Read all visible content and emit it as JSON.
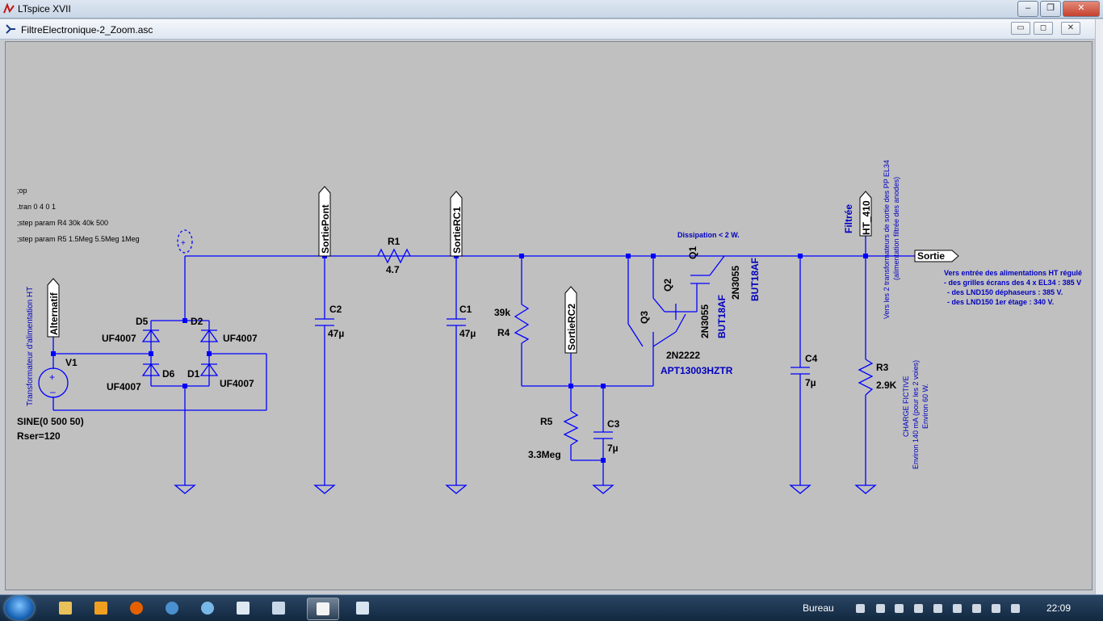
{
  "app": {
    "title": "LTspice XVII",
    "min": "–",
    "max": "❐",
    "close": "✕"
  },
  "document": {
    "title": "FiltreElectronique-2_Zoom.asc",
    "min": "▭",
    "max": "◻",
    "close": "✕"
  },
  "directives": [
    ";op",
    ".tran 0 4 0 1",
    ";step param R4 30k 40k 500",
    ";step param R5 1.5Meg 5.5Meg 1Meg"
  ],
  "nets": {
    "alternatif": "Alternatif",
    "sortie_pont": "SortiePont",
    "sortie_rc1": "SortieRC1",
    "sortie_rc2": "SortieRC2",
    "ht_410": "HT_410",
    "sortie": "Sortie"
  },
  "components": {
    "v1": {
      "name": "V1",
      "value": "SINE(0 500 50)",
      "rser": "Rser=120"
    },
    "d1": {
      "name": "D1",
      "model": "UF4007"
    },
    "d2": {
      "name": "D2",
      "model": "UF4007"
    },
    "d5": {
      "name": "D5",
      "model": "UF4007"
    },
    "d6": {
      "name": "D6",
      "model": "UF4007"
    },
    "r1": {
      "name": "R1",
      "value": "4.7"
    },
    "c1": {
      "name": "C1",
      "value": "47µ"
    },
    "c2": {
      "name": "C2",
      "value": "47µ"
    },
    "c3": {
      "name": "C3",
      "value": "7µ"
    },
    "c4": {
      "name": "C4",
      "value": "7µ"
    },
    "r3": {
      "name": "R3",
      "value": "2.9K"
    },
    "r4": {
      "name": "R4",
      "value": "39k"
    },
    "r5": {
      "name": "R5",
      "value": "3.3Meg"
    },
    "q1": {
      "name": "Q1",
      "model_a": "2N3055",
      "model_b": "BUT18AF"
    },
    "q2": {
      "name": "Q2",
      "model_a": "2N3055",
      "model_b": "BUT18AF"
    },
    "q3": {
      "name": "Q3",
      "model_a": "2N2222",
      "model_b": "APT13003HZTR"
    }
  },
  "comments": {
    "transfo": "Transformateur d'alimentation HT",
    "dissipation": "Dissipation  <  2 W.",
    "filtree": "Filtrée",
    "vers_sortie_1": "Vers les 2  transformateurs de sortie des PP EL34",
    "vers_sortie_2": "(alimentation filtrée des anodes)",
    "vers_entree_1": "Vers entrée des alimentations HT régulé",
    "vers_entree_2": "- des grilles écrans des 4 x EL34 :  385 V",
    "vers_entree_3": "- des LND150 déphaseurs :  385 V.",
    "vers_entree_4": "- des LND150 1er étage :   340 V.",
    "charge_1": "CHARGE FICTIVE",
    "charge_2": "Environ 140 mA (pour les 2 voies)",
    "charge_3": "Environ 60 W."
  },
  "taskbar": {
    "bureau": "Bureau",
    "clock": "22:09"
  },
  "colors": {
    "wire": "#0000ff",
    "canvas": "#c0c0c0",
    "comment": "#0000c0",
    "text": "#000000"
  }
}
